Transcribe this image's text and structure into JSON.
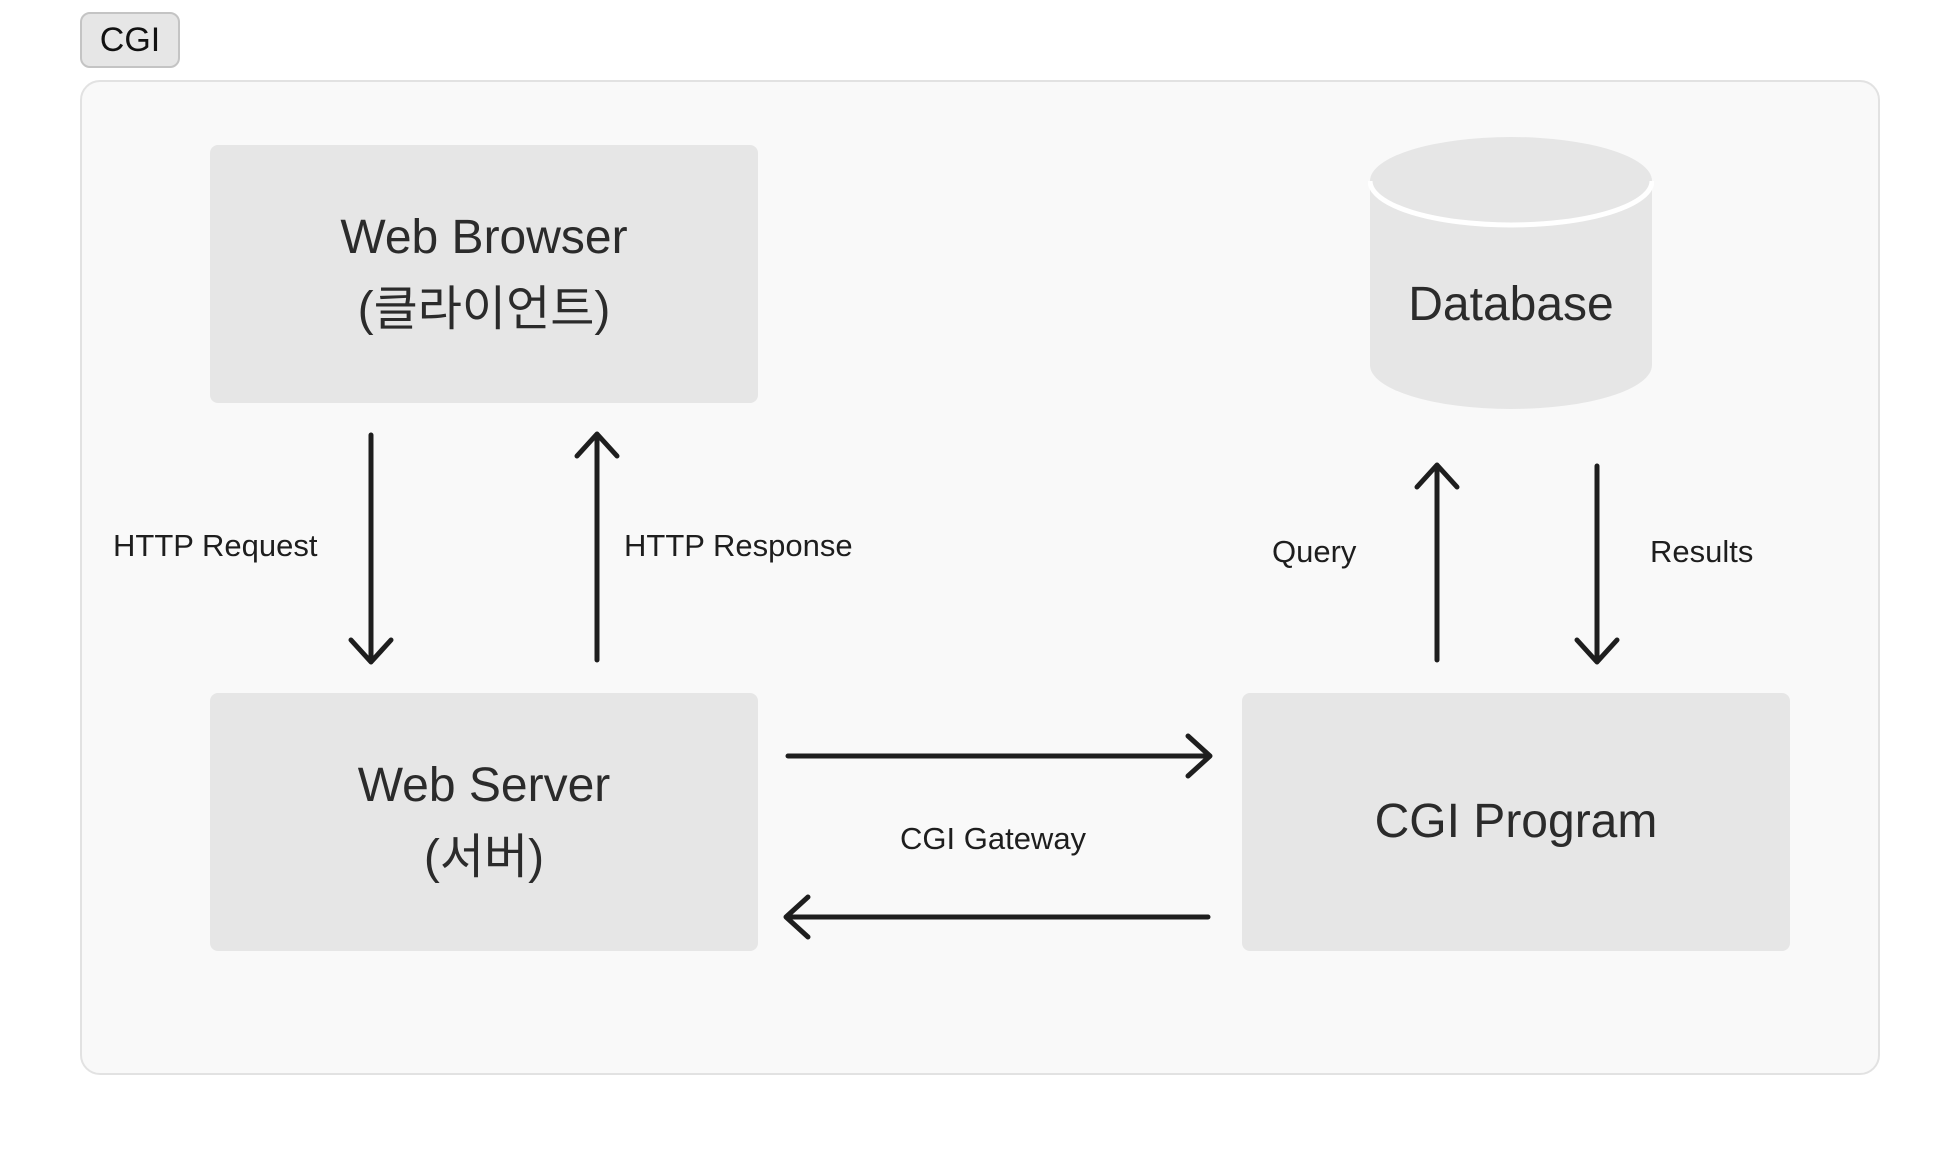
{
  "tag": {
    "label": "CGI"
  },
  "nodes": {
    "browser": {
      "line1": "Web Browser",
      "line2": "(클라이언트)"
    },
    "server": {
      "line1": "Web Server",
      "line2": "(서버)"
    },
    "cgi": {
      "label": "CGI Program"
    },
    "database": {
      "label": "Database"
    }
  },
  "edges": {
    "http_request": "HTTP Request",
    "http_response": "HTTP Response",
    "query": "Query",
    "results": "Results",
    "cgi_gateway": "CGI Gateway"
  },
  "colors": {
    "node_fill": "#e6e6e6",
    "panel_fill": "#f9f9f9",
    "arrow": "#1e1e1e"
  }
}
